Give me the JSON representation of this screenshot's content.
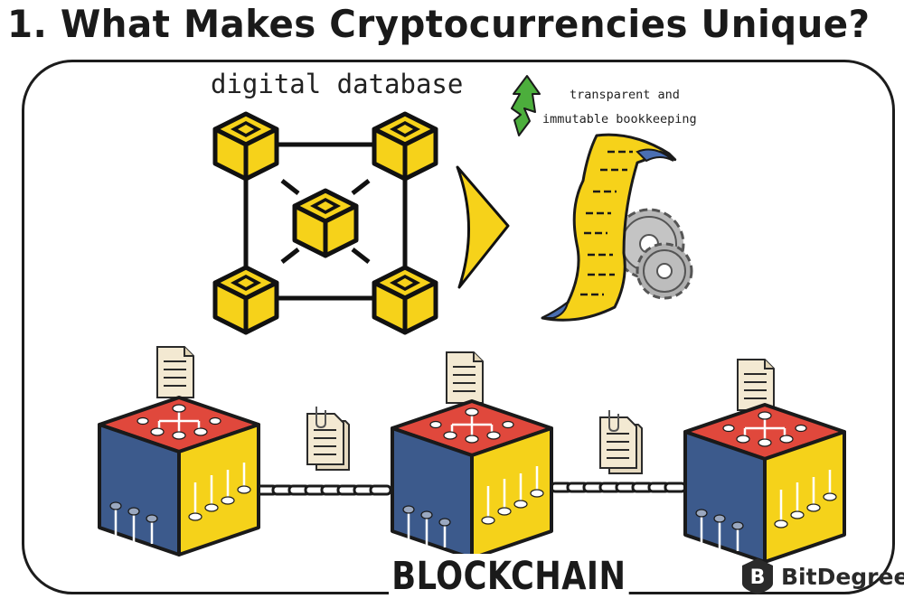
{
  "title": "1. What Makes Cryptocurrencies Unique?",
  "labels": {
    "database": "digital database",
    "transparent_line1": "transparent and",
    "transparent_line2": "immutable bookkeeping",
    "blockchain": "BLOCKCHAIN"
  },
  "brand": {
    "name": "BitDegree",
    "mark": "B"
  },
  "colors": {
    "cube_yellow": "#f6d21a",
    "block_red": "#e0483c",
    "block_blue": "#3c5a8c",
    "block_yellow": "#f5d21a",
    "document": "#f3e9d2",
    "arrow_green": "#4cae3c",
    "scroll_blue": "#4a6fb3",
    "gear_gray": "#b8b8b8",
    "outline": "#1c1c1c"
  }
}
